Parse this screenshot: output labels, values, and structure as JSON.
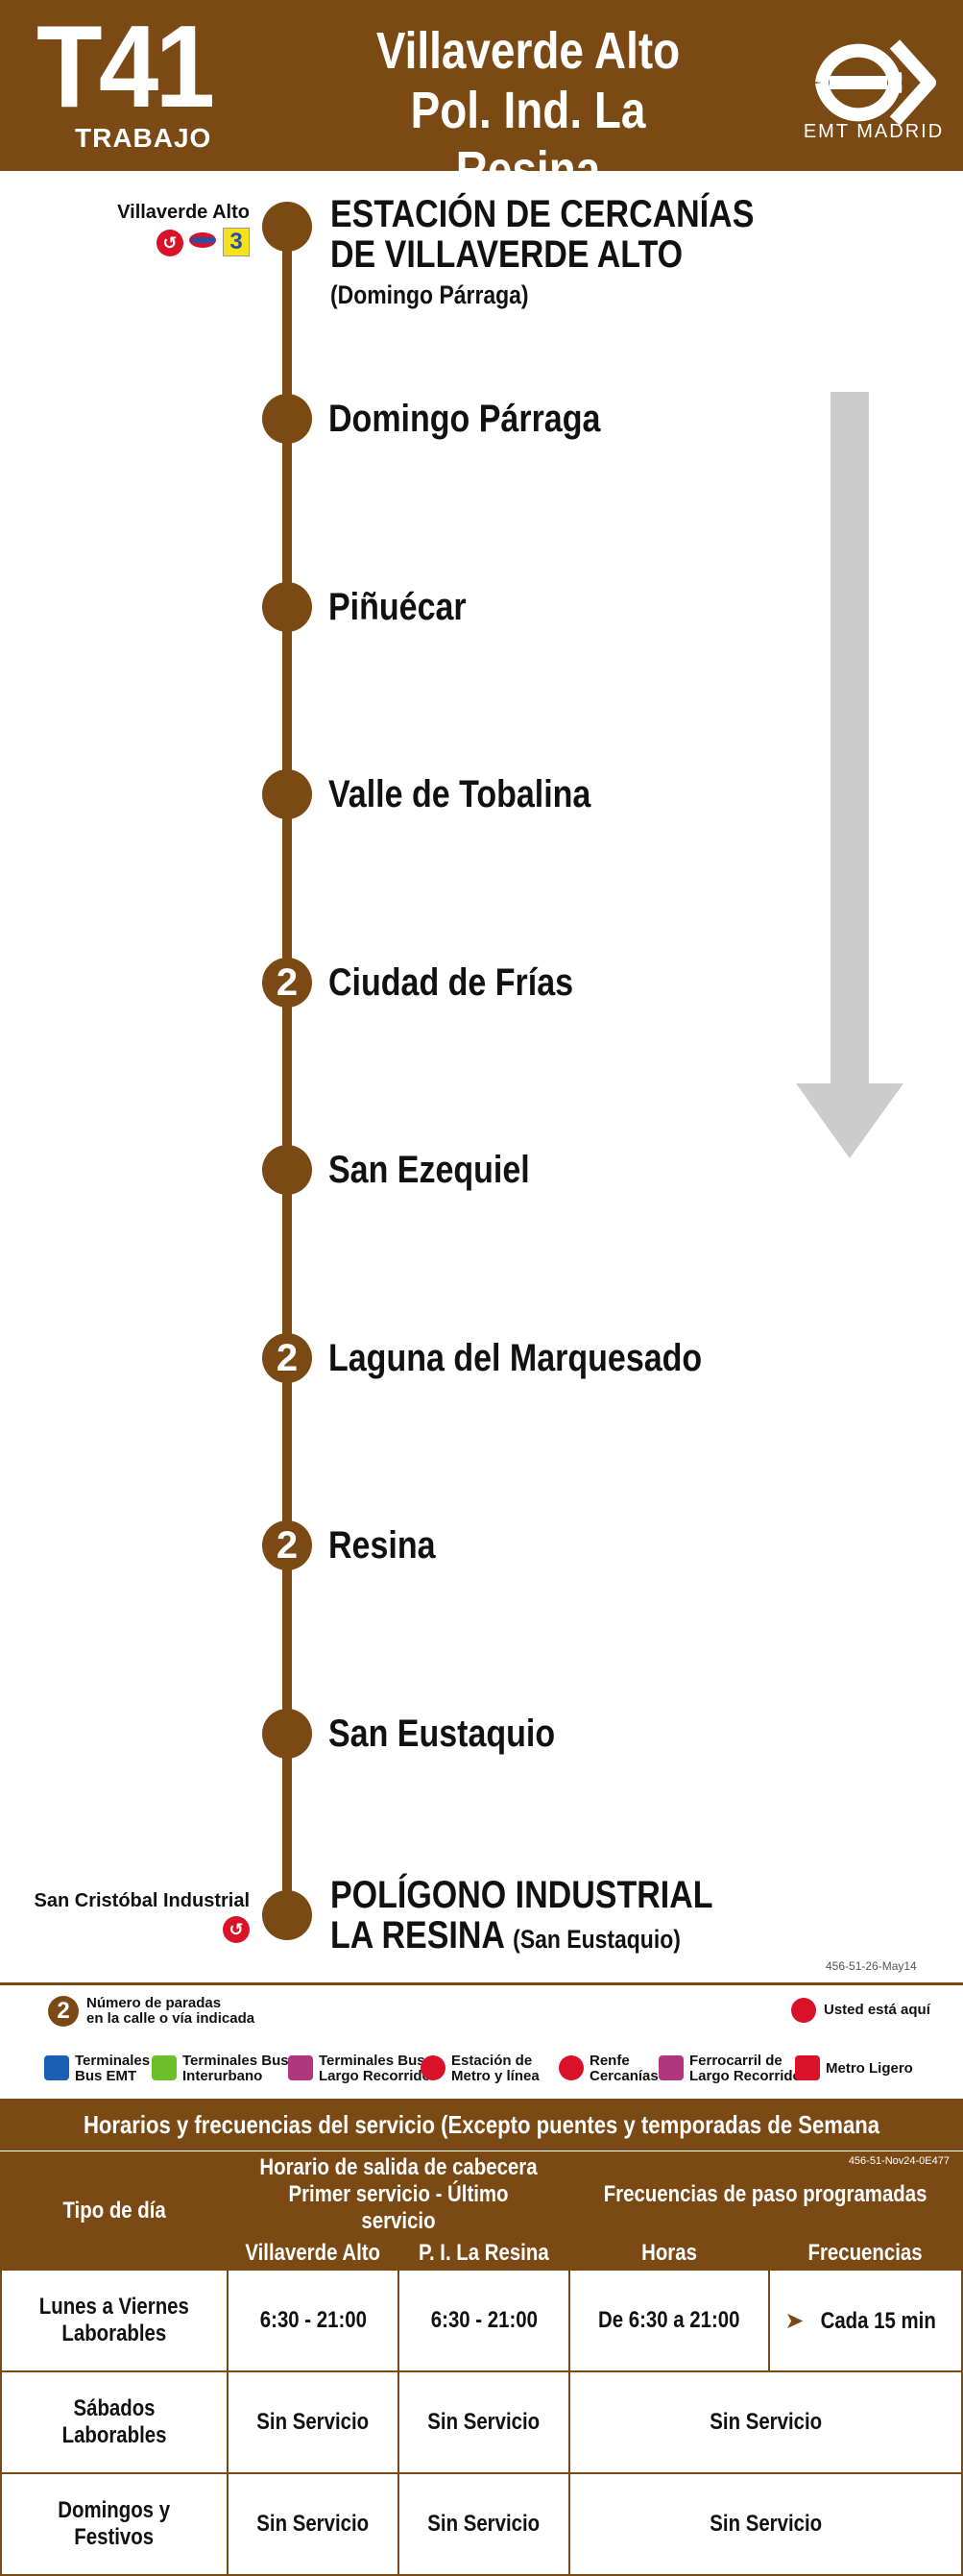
{
  "header": {
    "line": "T41",
    "line_type": "TRABAJO",
    "destination_line1": "Villaverde Alto",
    "destination_line2": "Pol. Ind. La Resina",
    "brand": "EMT MADRID"
  },
  "route": {
    "origin": {
      "name_line1": "ESTACIÓN DE CERCANÍAS",
      "name_line2": "DE VILLAVERDE ALTO",
      "sub": "(Domingo Párraga)",
      "note": "Villaverde Alto",
      "metro_line": "3"
    },
    "stops": [
      {
        "name": "Domingo Párraga",
        "count": ""
      },
      {
        "name": "Piñuécar",
        "count": ""
      },
      {
        "name": "Valle de Tobalina",
        "count": ""
      },
      {
        "name": "Ciudad de Frías",
        "count": "2"
      },
      {
        "name": "San Ezequiel",
        "count": ""
      },
      {
        "name": "Laguna del Marquesado",
        "count": "2"
      },
      {
        "name": "Resina",
        "count": "2"
      },
      {
        "name": "San Eustaquio",
        "count": ""
      }
    ],
    "destination": {
      "name_line1": "POLÍGONO INDUSTRIAL",
      "name_line2": "LA RESINA",
      "sub": "(San Eustaquio)",
      "note": "San Cristóbal Industrial"
    },
    "ref": "456-51-26-May14"
  },
  "legend": {
    "stops_count_num": "2",
    "stops_count_text_1": "Número de paradas",
    "stops_count_text_2": "en la calle o vía indicada",
    "you_are_here": "Usted está aquí",
    "items": [
      {
        "l1": "Terminales",
        "l2": "Bus EMT"
      },
      {
        "l1": "Terminales Bus",
        "l2": "Interurbano"
      },
      {
        "l1": "Terminales Bus",
        "l2": "Largo Recorrido"
      },
      {
        "l1": "Estación de",
        "l2": "Metro y línea"
      },
      {
        "l1": "Renfe",
        "l2": "Cercanías"
      },
      {
        "l1": "Ferrocarril de",
        "l2": "Largo Recorrido"
      },
      {
        "l1": "Metro Ligero",
        "l2": ""
      }
    ]
  },
  "timetable": {
    "title": "Horarios y frecuencias del servicio (Excepto puentes y temporadas de Semana Santa y Verano)",
    "ref": "456-51-Nov24-0E477",
    "col_day": "Tipo de día",
    "col_schedule_1": "Horario de salida de cabecera",
    "col_schedule_2": "Primer servicio - Último servicio",
    "col_freq": "Frecuencias de paso programadas",
    "sub_origin": "Villaverde Alto",
    "sub_dest": "P. I. La Resina",
    "sub_hours": "Horas",
    "sub_freq": "Frecuencias",
    "rows": [
      {
        "day_1": "Lunes a Viernes",
        "day_2": "Laborables",
        "origin": "6:30 - 21:00",
        "dest": "6:30 - 21:00",
        "hours": "De 6:30 a 21:00",
        "freq": "Cada 15 min"
      },
      {
        "day_1": "Sábados",
        "day_2": "Laborables",
        "origin": "Sin Servicio",
        "dest": "Sin Servicio",
        "hours": "Sin Servicio",
        "freq": ""
      },
      {
        "day_1": "Domingos y",
        "day_2": "Festivos",
        "origin": "Sin Servicio",
        "dest": "Sin Servicio",
        "hours": "Sin Servicio",
        "freq": ""
      }
    ]
  }
}
